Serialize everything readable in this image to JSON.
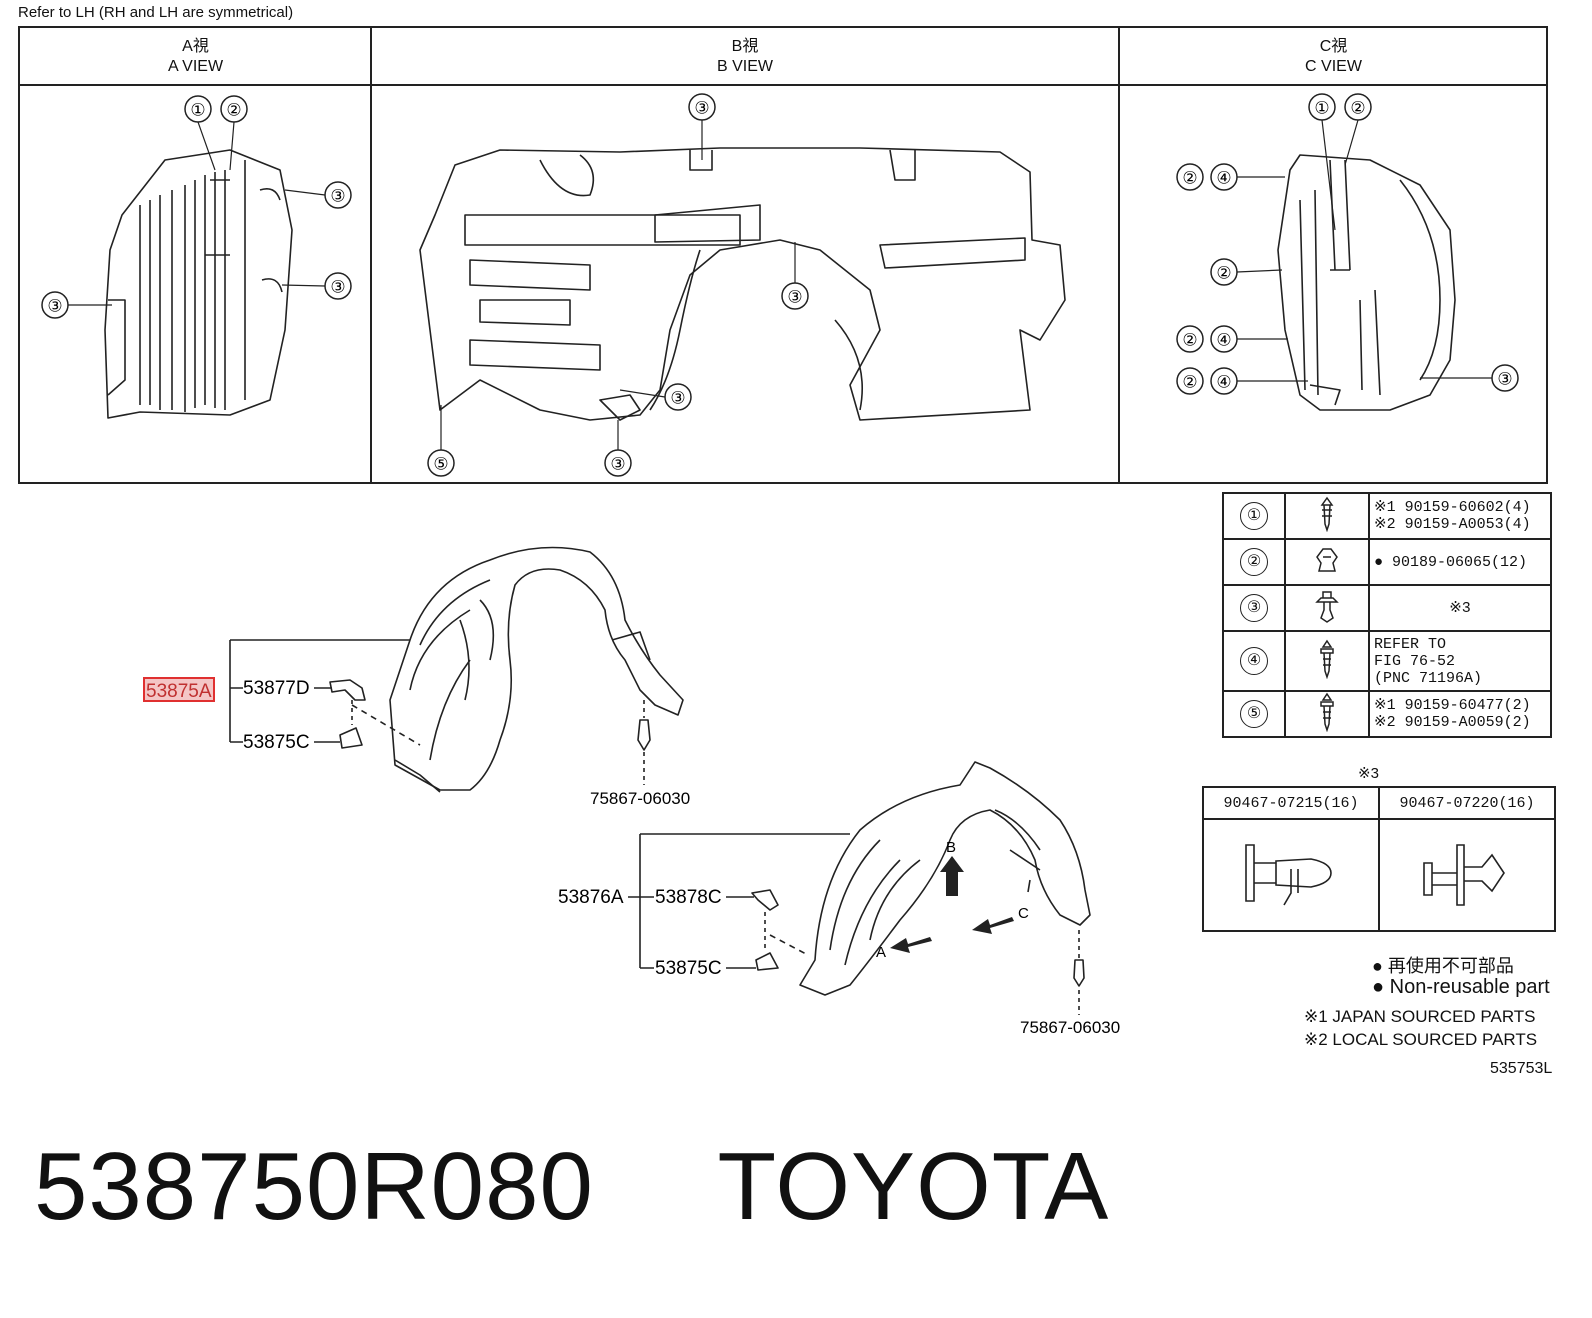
{
  "header": {
    "note": "Refer to LH (RH and LH are symmetrical)"
  },
  "views": [
    {
      "jp": "A視",
      "en": "A VIEW"
    },
    {
      "jp": "B視",
      "en": "B VIEW"
    },
    {
      "jp": "C視",
      "en": "C VIEW"
    }
  ],
  "callouts": {
    "a_view": [
      "①",
      "②",
      "③",
      "③",
      "③"
    ],
    "b_view": [
      "③",
      "③",
      "③",
      "⑤",
      "③"
    ],
    "c_view": [
      "①",
      "②",
      "②",
      "④",
      "②",
      "②",
      "④",
      "②",
      "④",
      "③"
    ]
  },
  "parts_table": [
    {
      "num": "①",
      "lines": [
        "※1 90159-60602(4)",
        "※2 90159-A0053(4)"
      ]
    },
    {
      "num": "②",
      "lines": [
        "● 90189-06065(12)"
      ]
    },
    {
      "num": "③",
      "lines": [
        "※3"
      ]
    },
    {
      "num": "④",
      "lines": [
        "REFER TO",
        "FIG 76-52",
        "(PNC 71196A)"
      ]
    },
    {
      "num": "⑤",
      "lines": [
        "※1 90159-60477(2)",
        "※2 90159-A0059(2)"
      ]
    }
  ],
  "clip_table": {
    "title": "※3",
    "columns": [
      "90467-07215(16)",
      "90467-07220(16)"
    ]
  },
  "part_labels": {
    "lh_assembly": "53875A",
    "lh_bracket": "53877D",
    "lh_clip": "53875C",
    "lh_screw": "75867-06030",
    "rh_assembly": "53876A",
    "rh_bracket": "53878C",
    "rh_clip": "53875C",
    "rh_screw": "75867-06030"
  },
  "arrow_labels": {
    "a": "A",
    "b": "B",
    "c": "C"
  },
  "legend": {
    "non_reusable_jp": "● 再使用不可部品",
    "non_reusable_en": "● Non-reusable part",
    "japan": "※1 JAPAN SOURCED PARTS",
    "local": "※2 LOCAL SOURCED PARTS"
  },
  "figure_code": "535753L",
  "caption": {
    "part_number": "538750R080",
    "brand": "TOYOTA"
  },
  "colors": {
    "ink": "#222222",
    "highlight": "#e03030",
    "highlight_fill": "#f4c6c6"
  }
}
